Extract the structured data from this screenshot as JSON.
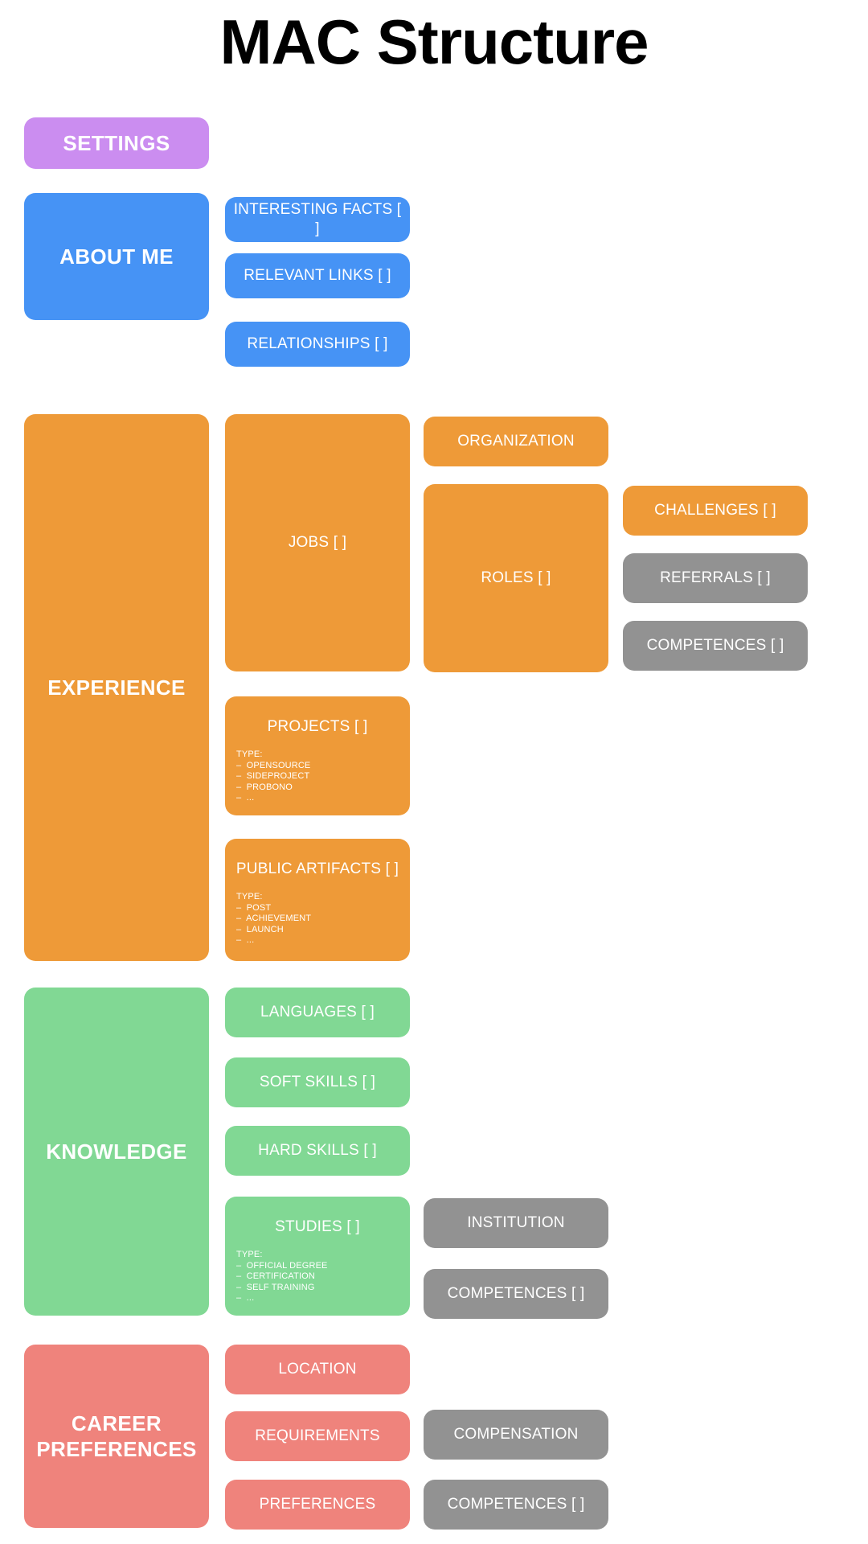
{
  "page": {
    "title": "MAC Structure",
    "background": "#FFFFFF"
  },
  "palette": {
    "purple": "#CB8DF0",
    "blue": "#4693F5",
    "orange": "#EE9A38",
    "green": "#81D894",
    "red": "#EF837C",
    "gray": "#929292",
    "text": "#FFFFFF",
    "title": "#000000"
  },
  "sections": {
    "settings": {
      "label": "SETTINGS"
    },
    "about_me": {
      "label": "ABOUT ME",
      "children": [
        {
          "label": "INTERESTING FACTS [ ]"
        },
        {
          "label": "RELEVANT LINKS [ ]"
        },
        {
          "label": "RELATIONSHIPS [ ]"
        }
      ]
    },
    "experience": {
      "label": "EXPERIENCE",
      "jobs": {
        "label": "JOBS [ ]"
      },
      "organization": {
        "label": "ORGANIZATION"
      },
      "roles": {
        "label": "ROLES [ ]"
      },
      "challenges": {
        "label": "CHALLENGES [ ]"
      },
      "referrals": {
        "label": "REFERRALS [ ]"
      },
      "competences": {
        "label": "COMPETENCES [ ]"
      },
      "projects": {
        "label": "PROJECTS [ ]",
        "type_head": "TYPE:",
        "type_items": [
          "–  OPENSOURCE",
          "–  SIDEPROJECT",
          "–  PROBONO",
          "–  ..."
        ]
      },
      "public_artifacts": {
        "label": "PUBLIC ARTIFACTS [ ]",
        "type_head": "TYPE:",
        "type_items": [
          "–  POST",
          "–  ACHIEVEMENT",
          "–  LAUNCH",
          "–  ..."
        ]
      }
    },
    "knowledge": {
      "label": "KNOWLEDGE",
      "languages": {
        "label": "LANGUAGES [ ]"
      },
      "soft_skills": {
        "label": "SOFT SKILLS [ ]"
      },
      "hard_skills": {
        "label": "HARD SKILLS [ ]"
      },
      "studies": {
        "label": "STUDIES [ ]",
        "type_head": "TYPE:",
        "type_items": [
          "–  OFFICIAL DEGREE",
          "–  CERTIFICATION",
          "–  SELF TRAINING",
          "–  ..."
        ]
      },
      "institution": {
        "label": "INSTITUTION"
      },
      "competences": {
        "label": "COMPETENCES [ ]"
      }
    },
    "career_preferences": {
      "label": "CAREER PREFERENCES",
      "location": {
        "label": "LOCATION"
      },
      "requirements": {
        "label": "REQUIREMENTS"
      },
      "preferences": {
        "label": "PREFERENCES"
      },
      "compensation": {
        "label": "COMPENSATION"
      },
      "competences": {
        "label": "COMPETENCES [ ]"
      }
    }
  }
}
